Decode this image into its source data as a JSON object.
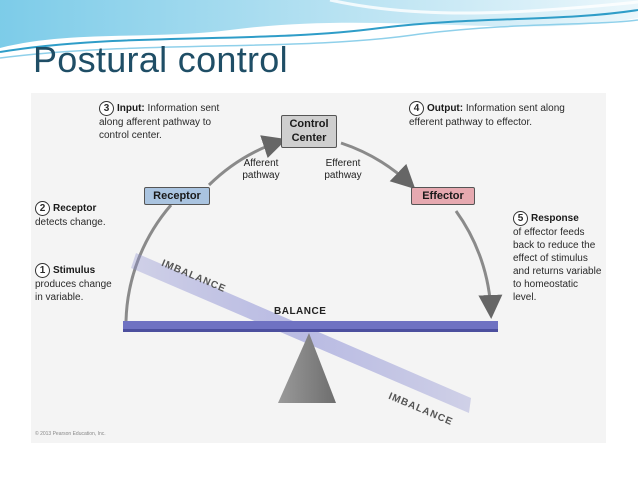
{
  "slide": {
    "title": "Postural control",
    "colors": {
      "title": "#1f4e66",
      "header_wave": "#4fb4d8",
      "receptor_box": "#aac4e0",
      "effector_box": "#e6a9b0",
      "control_box": "#cfcfcf"
    }
  },
  "diagram": {
    "control_center": {
      "line1": "Control",
      "line2": "Center"
    },
    "receptor_box": "Receptor",
    "effector_box": "Effector",
    "afferent": {
      "line1": "Afferent",
      "line2": "pathway"
    },
    "efferent": {
      "line1": "Efferent",
      "line2": "pathway"
    },
    "step3": {
      "num": "3",
      "title": "Input:",
      "text": "Information sent along afferent pathway to control center."
    },
    "step4": {
      "num": "4",
      "title": "Output:",
      "text": "Information sent along efferent pathway to effector."
    },
    "step2": {
      "num": "2",
      "title": "Receptor",
      "text": "detects change."
    },
    "step1": {
      "num": "1",
      "title": "Stimulus",
      "text": "produces change in variable."
    },
    "step5": {
      "num": "5",
      "title": "Response",
      "text": "of effector feeds back to reduce the effect of stimulus and returns variable to homeostatic level."
    },
    "balance": "BALANCE",
    "imbalance_top": "IMBALANCE",
    "imbalance_bottom": "IMBALANCE",
    "credit": "© 2013 Pearson Education, Inc."
  }
}
